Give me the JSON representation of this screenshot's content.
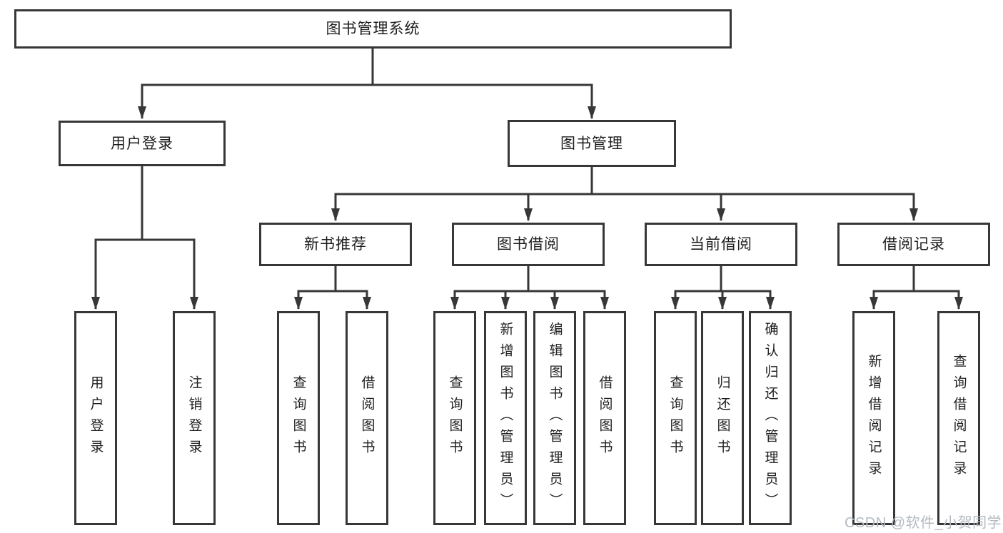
{
  "diagram": {
    "root": {
      "label": "图书管理系统"
    },
    "branches": [
      {
        "label": "用户登录",
        "children": [
          {
            "label": "用户登录"
          },
          {
            "label": "注销登录"
          }
        ]
      },
      {
        "label": "图书管理",
        "children": [
          {
            "label": "新书推荐",
            "children": [
              {
                "label": "查询图书"
              },
              {
                "label": "借阅图书"
              }
            ]
          },
          {
            "label": "图书借阅",
            "children": [
              {
                "label": "查询图书"
              },
              {
                "label": "新增图书（管理员）"
              },
              {
                "label": "编辑图书（管理员）"
              },
              {
                "label": "借阅图书"
              }
            ]
          },
          {
            "label": "当前借阅",
            "children": [
              {
                "label": "查询图书"
              },
              {
                "label": "归还图书"
              },
              {
                "label": "确认归还（管理员）"
              }
            ]
          },
          {
            "label": "借阅记录",
            "children": [
              {
                "label": "新增借阅记录"
              },
              {
                "label": "查询借阅记录"
              }
            ]
          }
        ]
      }
    ]
  },
  "watermark": {
    "text": "CSDN @软件_小贺同学"
  },
  "colors": {
    "line": "#373737",
    "text": "#1f1f1f",
    "background": "#ffffff",
    "watermark": "#b4bac2"
  }
}
